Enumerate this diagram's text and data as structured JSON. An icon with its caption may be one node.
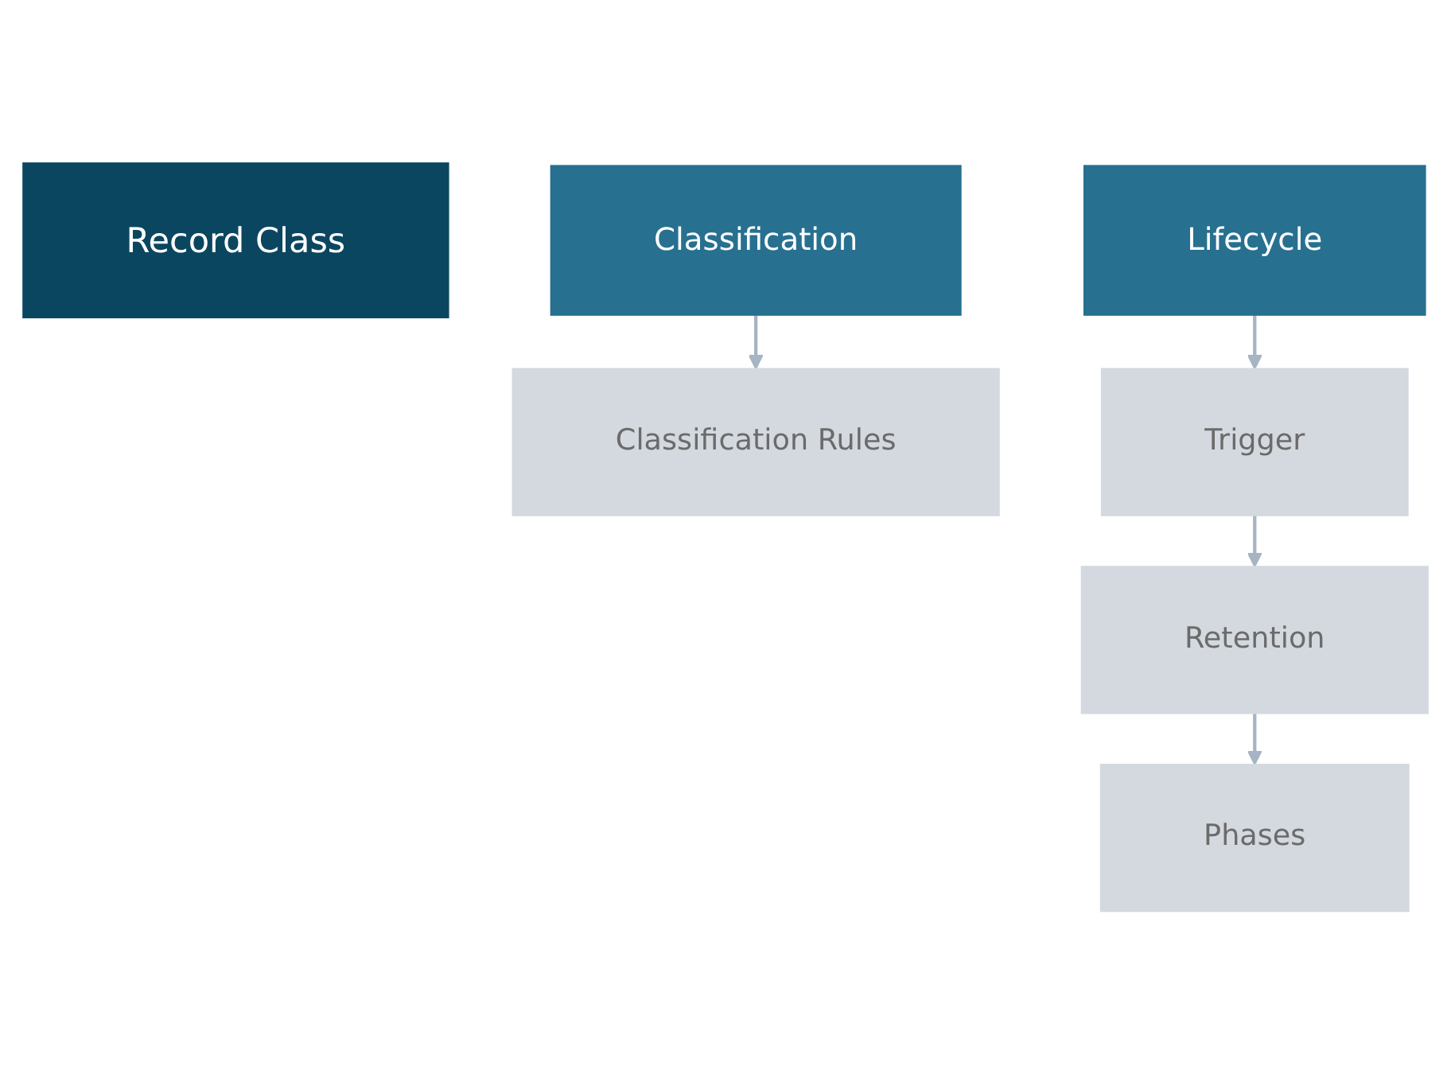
{
  "diagram": {
    "nodes": [
      {
        "text": [
          "Record Class"
        ]
      },
      {
        "text": [
          "Classification"
        ]
      },
      {
        "text": [
          "Lifecycle"
        ]
      },
      {
        "text": [
          "Classification Rules"
        ]
      },
      {
        "text": [
          "Trigger"
        ]
      },
      {
        "text": [
          "Retention"
        ]
      },
      {
        "text": [
          "Phases"
        ]
      }
    ],
    "edges": [
      {
        "from": 1,
        "to": 3,
        "arrow": "to"
      },
      {
        "from": 2,
        "to": 4,
        "arrow": "to"
      },
      {
        "from": 4,
        "to": 5,
        "arrow": "to"
      },
      {
        "from": 5,
        "to": 6,
        "arrow": "to"
      }
    ]
  }
}
